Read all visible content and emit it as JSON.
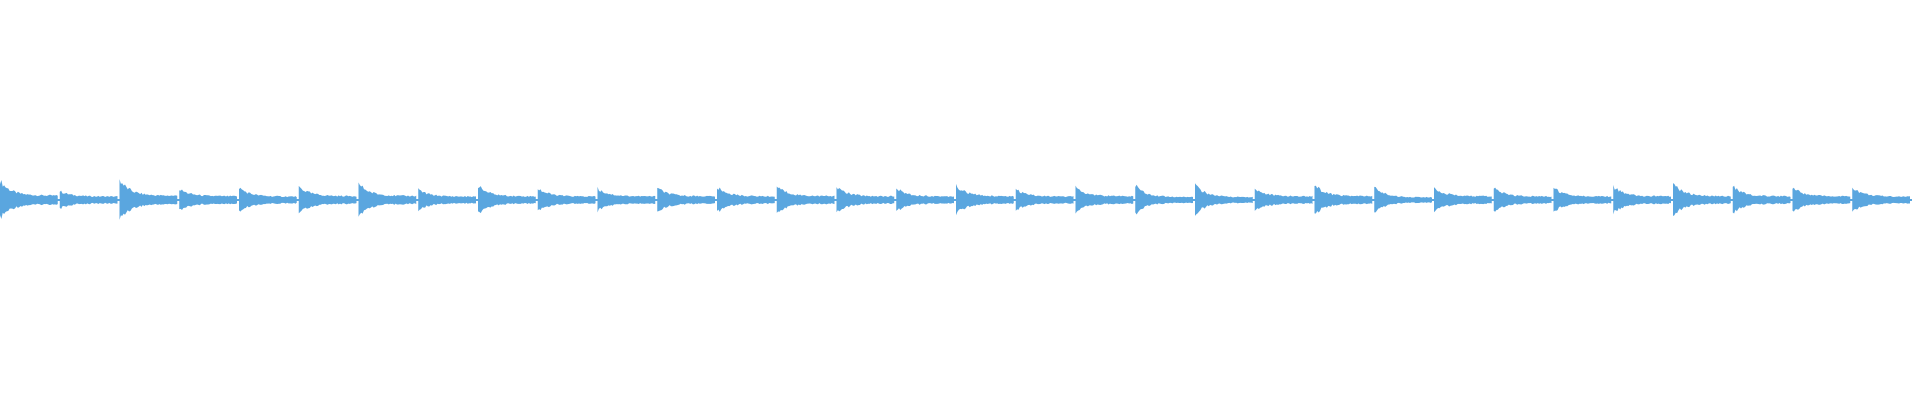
{
  "colors": {
    "background": "#ffffff",
    "waveform": "#5aa6df"
  },
  "waveform": {
    "onset_count": 32,
    "events": [
      {
        "intensity": 0.74,
        "sustain": 0.36
      },
      {
        "intensity": 0.34,
        "sustain": 0.29
      },
      {
        "intensity": 0.78,
        "sustain": 0.35
      },
      {
        "intensity": 0.42,
        "sustain": 0.31
      },
      {
        "intensity": 0.48,
        "sustain": 0.28
      },
      {
        "intensity": 0.52,
        "sustain": 0.32
      },
      {
        "intensity": 0.64,
        "sustain": 0.33
      },
      {
        "intensity": 0.4,
        "sustain": 0.28
      },
      {
        "intensity": 0.55,
        "sustain": 0.3
      },
      {
        "intensity": 0.45,
        "sustain": 0.29
      },
      {
        "intensity": 0.44,
        "sustain": 0.3
      },
      {
        "intensity": 0.46,
        "sustain": 0.31
      },
      {
        "intensity": 0.49,
        "sustain": 0.3
      },
      {
        "intensity": 0.54,
        "sustain": 0.32
      },
      {
        "intensity": 0.51,
        "sustain": 0.3
      },
      {
        "intensity": 0.45,
        "sustain": 0.3
      },
      {
        "intensity": 0.55,
        "sustain": 0.31
      },
      {
        "intensity": 0.4,
        "sustain": 0.28
      },
      {
        "intensity": 0.49,
        "sustain": 0.31
      },
      {
        "intensity": 0.56,
        "sustain": 0.24
      },
      {
        "intensity": 0.58,
        "sustain": 0.24
      },
      {
        "intensity": 0.44,
        "sustain": 0.3
      },
      {
        "intensity": 0.58,
        "sustain": 0.31
      },
      {
        "intensity": 0.5,
        "sustain": 0.22
      },
      {
        "intensity": 0.5,
        "sustain": 0.3
      },
      {
        "intensity": 0.45,
        "sustain": 0.29
      },
      {
        "intensity": 0.47,
        "sustain": 0.29
      },
      {
        "intensity": 0.51,
        "sustain": 0.3
      },
      {
        "intensity": 0.62,
        "sustain": 0.31
      },
      {
        "intensity": 0.52,
        "sustain": 0.3
      },
      {
        "intensity": 0.48,
        "sustain": 0.3
      },
      {
        "intensity": 0.5,
        "sustain": 0.28
      }
    ]
  }
}
